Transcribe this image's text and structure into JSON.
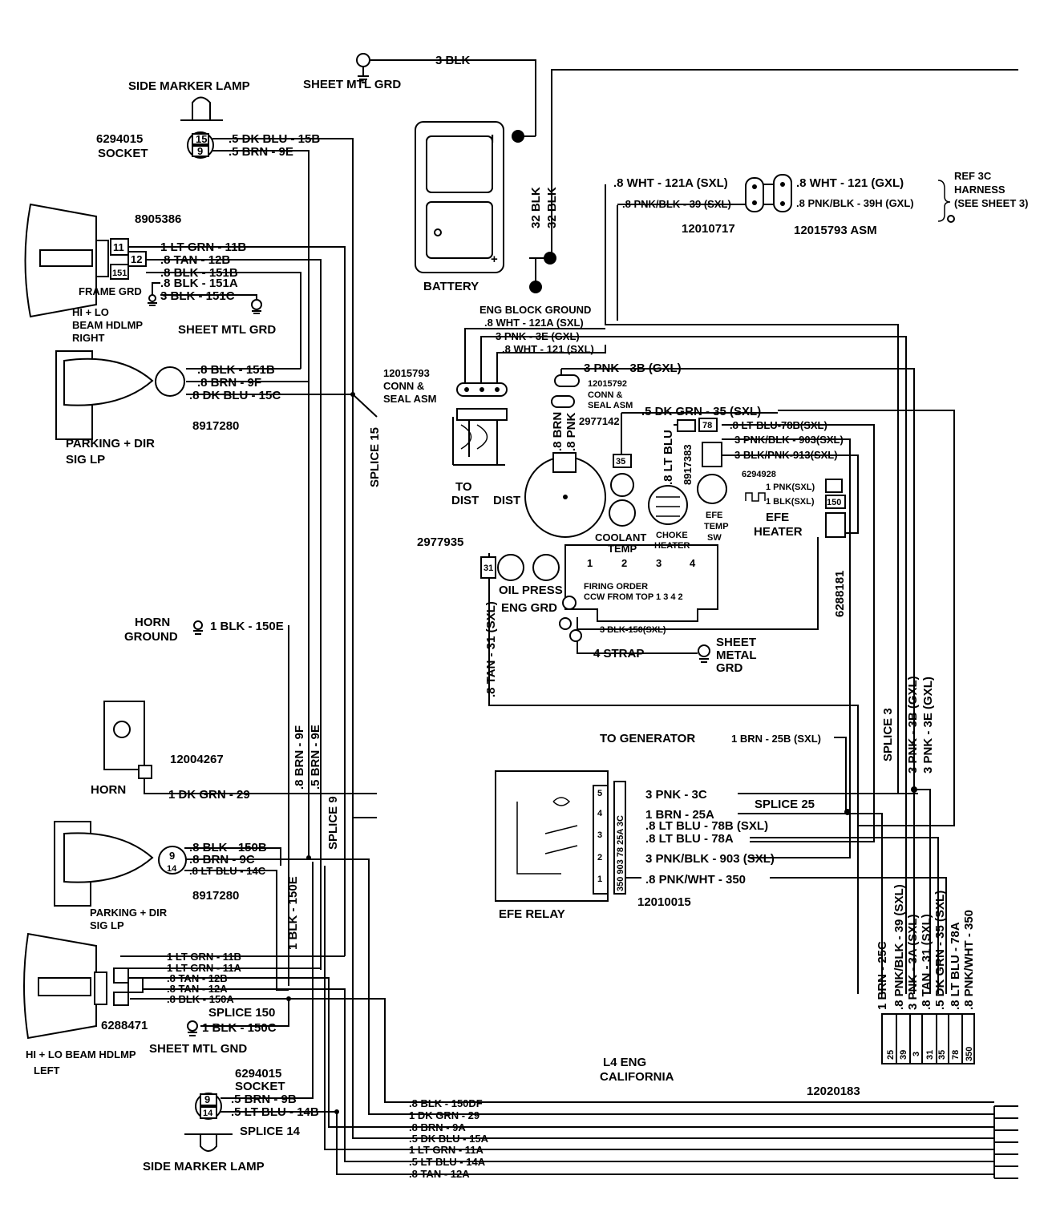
{
  "labels": {
    "top_ground_wire": "3 BLK",
    "sheet_mtl_grd_top": "SHEET MTL GRD",
    "side_marker_lamp_top": "SIDE MARKER LAMP",
    "socket_top_num": "6294015",
    "socket_top": "SOCKET",
    "wire_15b": ".5 DK BLU - 15B",
    "wire_9e": ".5 BRN - 9E",
    "pin_15": "15",
    "pin_9": "9",
    "conn_8905386": "8905386",
    "pin_11": "11",
    "pin_12": "12",
    "pin_151": "151",
    "wire_11b_top": "1 LT GRN - 11B",
    "wire_12b_top": ".8 TAN - 12B",
    "wire_151b": ".8 BLK - 151B",
    "wire_151a": ".8 BLK - 151A",
    "wire_151c": "3 BLK - 151C",
    "frame_grd": "FRAME GRD",
    "headlamp_right_1": "HI + LO",
    "headlamp_right_2": "BEAM HDLMP",
    "headlamp_right_3": "RIGHT",
    "sheet_mtl_grd_mid": "SHEET MTL GRD",
    "wire_151b_park": ".8 BLK - 151B",
    "wire_9f_park": ".8 BRN - 9F",
    "wire_15c": ".8 DK BLU - 15C",
    "conn_8917280_top": "8917280",
    "park_lamp_1": "PARKING + DIR",
    "park_lamp_2": "SIG LP",
    "splice_15": "SPLICE 15",
    "battery": "BATTERY",
    "batt_minus": "I",
    "batt_plus": "+",
    "wire_32blk_1": "32 BLK",
    "wire_32blk_2": "32 BLK",
    "eng_block_ground": "ENG BLOCK GROUND",
    "wire_121a": ".8 WHT - 121A (SXL)",
    "wire_3e": "3 PNK - 3E (GXL)",
    "wire_121": ".8 WHT - 121 (SXL)",
    "conn_12015793_1": "12015793",
    "conn_12015793_2": "CONN &",
    "conn_12015793_3": "SEAL ASM",
    "wire_3b": "3 PNK - 3B (GXL)",
    "conn_12015792_1": "12015792",
    "conn_12015792_2": "CONN &",
    "conn_12015792_3": "SEAL ASM",
    "to_dist_1": "TO",
    "to_dist_2": "DIST",
    "dist": "DIST",
    "wire_8brn": ".8 BRN",
    "wire_8pnk": ".8 PNK",
    "conn_2977142": "2977142",
    "wire_35": ".5 DK GRN - 35 (SXL)",
    "pin_35": "35",
    "wire_8ltblu": ".8 LT BLU",
    "conn_8917383": "8917383",
    "wire_78b": ".8 LT BLU-78B(SXL)",
    "pin_78": "78",
    "wire_903": "3 PNK/BLK - 903(SXL)",
    "wire_913": "3 BLK/PNK-913(SXL)",
    "conn_6294928": "6294928",
    "wire_1pnk": "1 PNK(SXL)",
    "wire_1blk": "1 BLK(SXL)",
    "pin_150": "150",
    "coolant_temp_1": "COOLANT",
    "coolant_temp_2": "TEMP",
    "choke_heater_1": "CHOKE",
    "choke_heater_2": "HEATER",
    "efe_temp_1": "EFE",
    "efe_temp_2": "TEMP",
    "efe_temp_3": "SW",
    "efe_heater_1": "EFE",
    "efe_heater_2": "HEATER",
    "cyl_1": "1",
    "cyl_2": "2",
    "cyl_3": "3",
    "cyl_4": "4",
    "firing_order_1": "FIRING ORDER",
    "firing_order_2": "CCW FROM TOP 1 3 4 2",
    "conn_2977935": "2977935",
    "pin_31": "31",
    "oil_press": "OIL PRESS",
    "eng_grd": "ENG GRD",
    "wire_150_eng": "3 BLK-150(SXL)",
    "wire_4strap": "4 STRAP",
    "sheet_metal_grd_1": "SHEET",
    "sheet_metal_grd_2": "METAL",
    "sheet_metal_grd_3": "GRD",
    "conn_6288181": "6288181",
    "wire_tan31": ".8 TAN - 31 (SXL)",
    "wire_121_right": ".8 WHT - 121A (SXL)",
    "wire_39_right": ".8 PNK/BLK - 39 (SXL)",
    "conn_12010717": "12010717",
    "wire_121_gxl": ".8 WHT - 121 (GXL)",
    "wire_39h": ".8 PNK/BLK - 39H (GXL)",
    "conn_12015793_asm": "12015793 ASM",
    "ref_3c_1": "REF 3C",
    "ref_3c_2": "HARNESS",
    "ref_3c_3": "(SEE SHEET 3)",
    "horn_ground_1": "HORN",
    "horn_ground_2": "GROUND",
    "wire_150e": "1 BLK - 150E",
    "horn": "HORN",
    "conn_12004267": "12004267",
    "wire_29": "1 DK GRN - 29",
    "wire_9f_vert": ".8 BRN - 9F",
    "wire_9e_vert": ".5 BRN - 9E",
    "splice_9": "SPLICE 9",
    "wire_150e_vert": "1 BLK - 150E",
    "to_generator": "TO GENERATOR",
    "wire_25b": "1 BRN - 25B (SXL)",
    "splice_3": "SPLICE 3",
    "wire_3b_vert": "3 PNK - 3B (GXL)",
    "wire_3e_vert": "3 PNK - 3E (GXL)",
    "splice_25": "SPLICE 25",
    "wire_3c": "3 PNK - 3C",
    "wire_25a": "1 BRN - 25A",
    "wire_78b_relay": ".8 LT BLU - 78B (SXL)",
    "wire_78a_relay": ".8 LT BLU - 78A",
    "wire_903_relay": "3 PNK/BLK - 903 (SXL)",
    "wire_350": ".8 PNK/WHT - 350",
    "efe_relay": "EFE RELAY",
    "conn_12010015": "12010015",
    "relay_pin_1": "1",
    "relay_pin_2": "2",
    "relay_pin_3": "3",
    "relay_pin_4": "4",
    "relay_pin_5": "5",
    "relay_cavity_labels": "350 903 78 25A 3C",
    "wire_150b": ".8 BLK - 150B",
    "wire_9c": ".8 BRN - 9C",
    "wire_14c": ".8 LT BLU - 14C",
    "conn_8917280_bot": "8917280",
    "park_lamp_bot_1": "PARKING + DIR",
    "park_lamp_bot_2": "SIG LP",
    "pin_9_bot": "9",
    "pin_14_bot": "14",
    "wire_11b_bot": "1 LT GRN - 11B",
    "wire_11a_bot": "1 LT GRN - 11A",
    "wire_12b_bot": ".8 TAN - 12B",
    "wire_12a_bot": ".8 TAN - 12A",
    "wire_150a": ".8 BLK - 150A",
    "conn_6288471": "6288471",
    "splice_150": "SPLICE 150",
    "wire_150c": "1 BLK - 150C",
    "sheet_mtl_gnd": "SHEET MTL GND",
    "headlamp_left_1": "HI + LO BEAM HDLMP",
    "headlamp_left_2": "LEFT",
    "socket_bot_num": "6294015",
    "socket_bot": "SOCKET",
    "wire_9b": ".5 BRN - 9B",
    "wire_14b": ".5 LT BLU - 14B",
    "pin_9_sock": "9",
    "pin_14_sock": "14",
    "splice_14": "SPLICE 14",
    "side_marker_lamp_bot": "SIDE MARKER LAMP",
    "wire_150df": ".8 BLK - 150DF",
    "wire_29_bus": "1 DK GRN - 29",
    "wire_9a": ".8 BRN - 9A",
    "wire_15a": ".5 DK BLU - 15A",
    "wire_11a": "1 LT GRN - 11A",
    "wire_14a": ".5 LT BLU - 14A",
    "wire_12a": ".8 TAN - 12A",
    "vw_25c": "1 BRN - 25C",
    "vw_39": ".8 PNK/BLK - 39 (SXL)",
    "vw_3a": "3 PNK - 3A (SXL)",
    "vw_31": ".8 TAN - 31 (SXL)",
    "vw_35": ".5 DK GRN - 35 (SXL)",
    "vw_78a": ".8 LT BLU - 78A",
    "vw_350": ".8 PNK/WHT - 350",
    "cav_25": "25",
    "cav_39": "39",
    "cav_3": "3",
    "cav_31": "31",
    "cav_35": "35",
    "cav_78": "78",
    "cav_350": "350",
    "conn_12020183": "12020183",
    "eng_1": "L4 ENG",
    "eng_2": "CALIFORNIA"
  }
}
